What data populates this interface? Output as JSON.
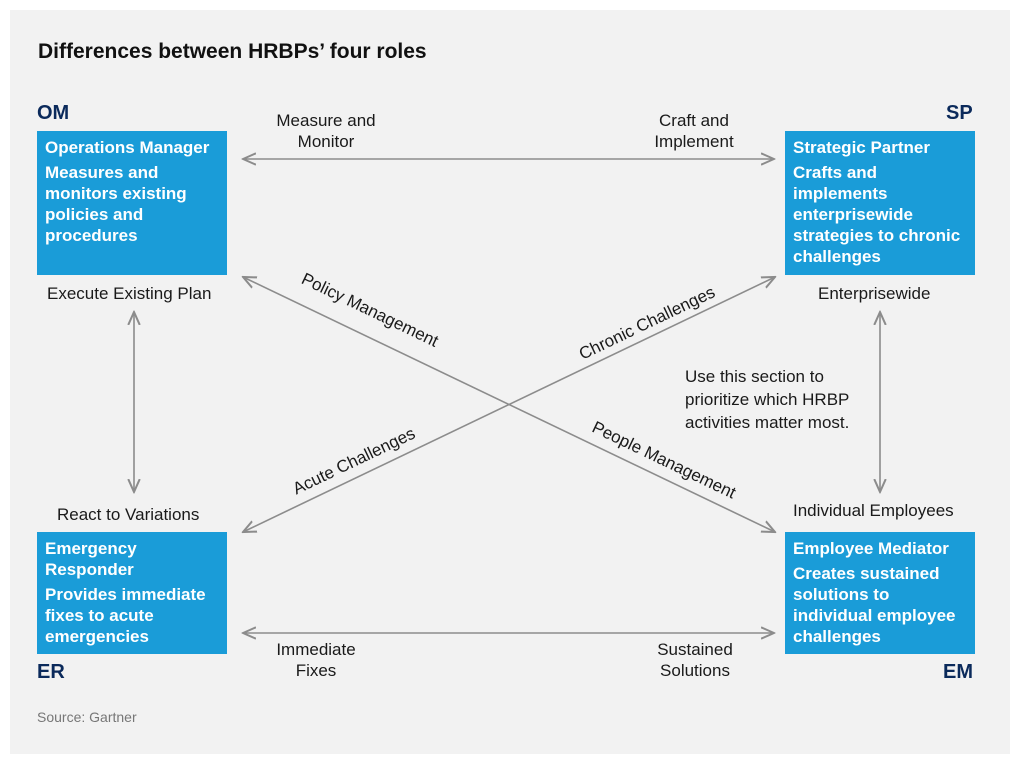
{
  "title": "Differences between HRBPs’ four roles",
  "roles": {
    "om": {
      "code": "OM",
      "name": "Operations Manager",
      "desc": "Measures and monitors existing policies and procedures",
      "caption": "Execute Existing Plan"
    },
    "sp": {
      "code": "SP",
      "name": "Strategic Partner",
      "desc": "Crafts and implements enterprisewide strategies to chronic challenges",
      "caption": "Enterprisewide"
    },
    "er": {
      "code": "ER",
      "name": "Emergency Responder",
      "desc": "Provides immediate fixes to acute emergencies",
      "caption": "React to Variations"
    },
    "em": {
      "code": "EM",
      "name": "Employee Mediator",
      "desc": "Creates sustained solutions to individual employee challenges",
      "caption": "Individual Employees"
    }
  },
  "arrows": {
    "top_left": "Measure and Monitor",
    "top_right": "Craft and Implement",
    "bottom_left": "Immediate Fixes",
    "bottom_right": "Sustained Solutions",
    "policy": "Policy Management",
    "chronic": "Chronic Challenges",
    "acute": "Acute Challenges",
    "people": "People Management"
  },
  "note": "Use this section to prioritize which HRBP activities matter most.",
  "source": "Source: Gartner",
  "colors": {
    "box": "#1a9cd8",
    "code": "#0b2a5b",
    "arrow": "#8c8c8c"
  }
}
